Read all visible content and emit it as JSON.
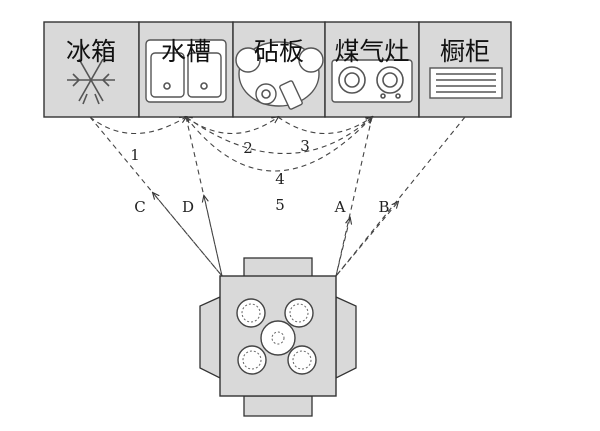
{
  "stations": [
    {
      "label": "冰箱",
      "icon": "snowflake-icon"
    },
    {
      "label": "水槽",
      "icon": "sink-icon"
    },
    {
      "label": "砧板",
      "icon": "cutting-board-icon"
    },
    {
      "label": "煤气灶",
      "icon": "stove-icon"
    },
    {
      "label": "橱柜",
      "icon": "cabinet-icon"
    }
  ],
  "work_paths": [
    "1",
    "2",
    "3",
    "4",
    "5"
  ],
  "table_paths": [
    "A",
    "B",
    "C",
    "D"
  ],
  "table": {
    "icon": "dining-table-icon"
  },
  "colors": {
    "box_fill": "#d9d9d9",
    "stroke": "#333333",
    "background": "#ffffff"
  }
}
